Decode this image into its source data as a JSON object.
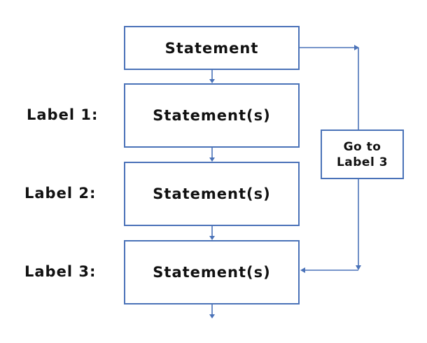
{
  "diagram": {
    "top_box": "Statement",
    "rows": [
      {
        "label": "Label 1:",
        "text": "Statement(s)"
      },
      {
        "label": "Label 2:",
        "text": "Statement(s)"
      },
      {
        "label": "Label 3:",
        "text": "Statement(s)"
      }
    ],
    "goto_box": {
      "line1": "Go to",
      "line2": "Label 3"
    }
  },
  "colors": {
    "stroke": "#4a72b8",
    "text": "#111111",
    "background": "#ffffff"
  }
}
